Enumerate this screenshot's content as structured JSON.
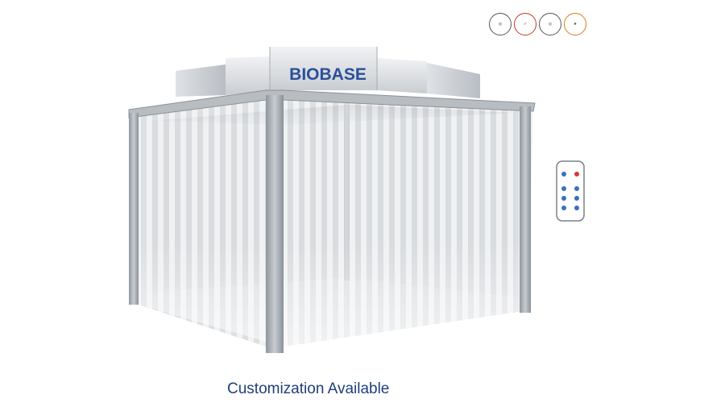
{
  "brand": "BIOBASE",
  "caption": "Customization Available",
  "colors": {
    "brand_blue": "#2a4f9a",
    "caption_blue": "#1f3f7a",
    "frame_gray": "#a9afb5",
    "remote_red": "#d23a3a",
    "remote_blue": "#3a6fc4"
  },
  "icons": [
    "iso-certification-badge",
    "ce-mark-badge",
    "iso-14001-badge",
    "quality-award-badge",
    "remote-control-icon"
  ]
}
